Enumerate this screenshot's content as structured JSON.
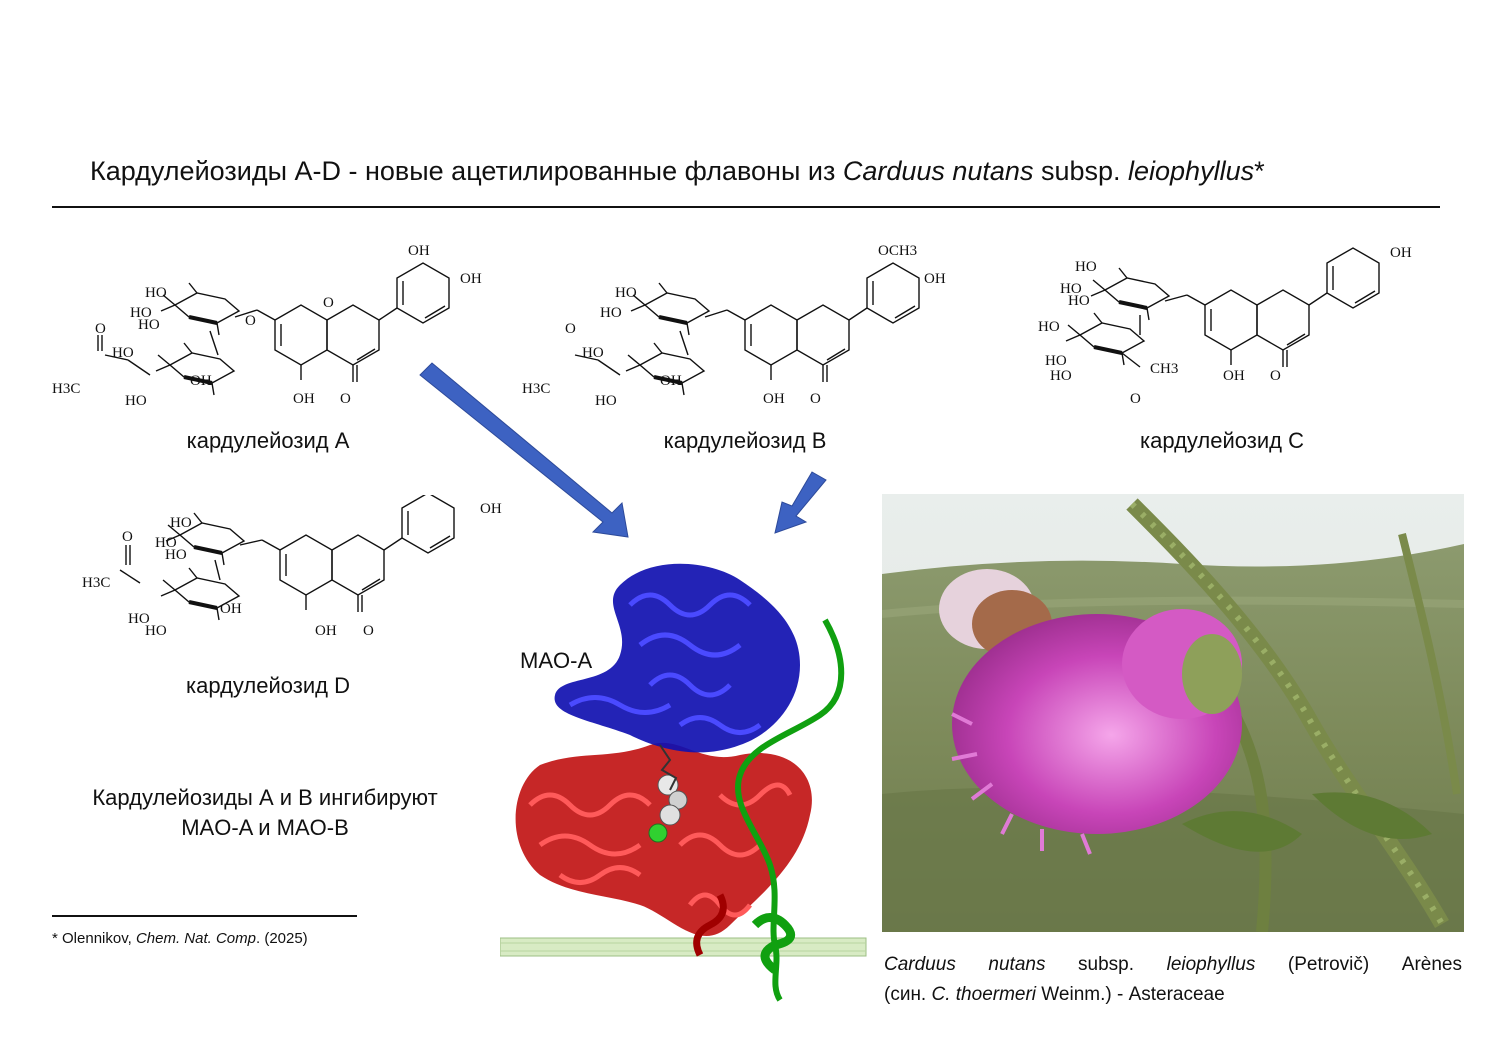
{
  "title": {
    "part1": "Кардулейозиды A-D - новые ацетилированные флавоны из ",
    "italic1": "Carduus nutans",
    "part2": " subsp. ",
    "italic2": "leiophyllus",
    "part3": "*"
  },
  "compounds": [
    {
      "label": "кардулейозид А",
      "groups": {
        "oh_top1": "OH",
        "oh_top2": "OH",
        "oh_bottom": "OH",
        "oxo": "O",
        "ring_o": "O",
        "link_o": "O",
        "acetyl": "H3C"
      }
    },
    {
      "label": "кардулейозид В",
      "groups": {
        "och3": "OCH3",
        "oh_top": "OH",
        "oh_bottom": "OH",
        "oxo": "O"
      }
    },
    {
      "label": "кардулейозид С",
      "groups": {
        "oh_top": "OH",
        "oh_bottom": "OH",
        "oxo": "O",
        "acetyl": "CH3"
      }
    },
    {
      "label": "кардулейозид D",
      "groups": {
        "oh_top": "OH",
        "oh_bottom": "OH",
        "oxo": "O",
        "acetyl": "H3C"
      }
    }
  ],
  "sugar_labels": {
    "ho": "HO",
    "oh": "OH",
    "o": "O"
  },
  "mao_label": "MAO-A",
  "inhibition_note": {
    "line1": "Кардулейозиды А и В ингибируют",
    "line2": "MAO-A и MAO-B"
  },
  "footnote": {
    "prefix": "* Olennikov, ",
    "journal": "Chem. Nat. Comp",
    "suffix": ". (2025)"
  },
  "caption": {
    "w1": "Carduus",
    "w2": "nutans",
    "w3": "subsp.",
    "w4": "leiophyllus",
    "w5": "(Petrovič)",
    "w6": "Arènes",
    "l2_prefix": "(син. ",
    "l2_italic": "C. thoermeri",
    "l2_suffix": " Weinm.) - Asteraceae"
  },
  "colors": {
    "arrow": "#3d62c2",
    "protein_blue": "#1010b0",
    "protein_red": "#c01010",
    "protein_green": "#10a010",
    "membrane": "#d8ebc4",
    "flower": "#c845b8"
  }
}
